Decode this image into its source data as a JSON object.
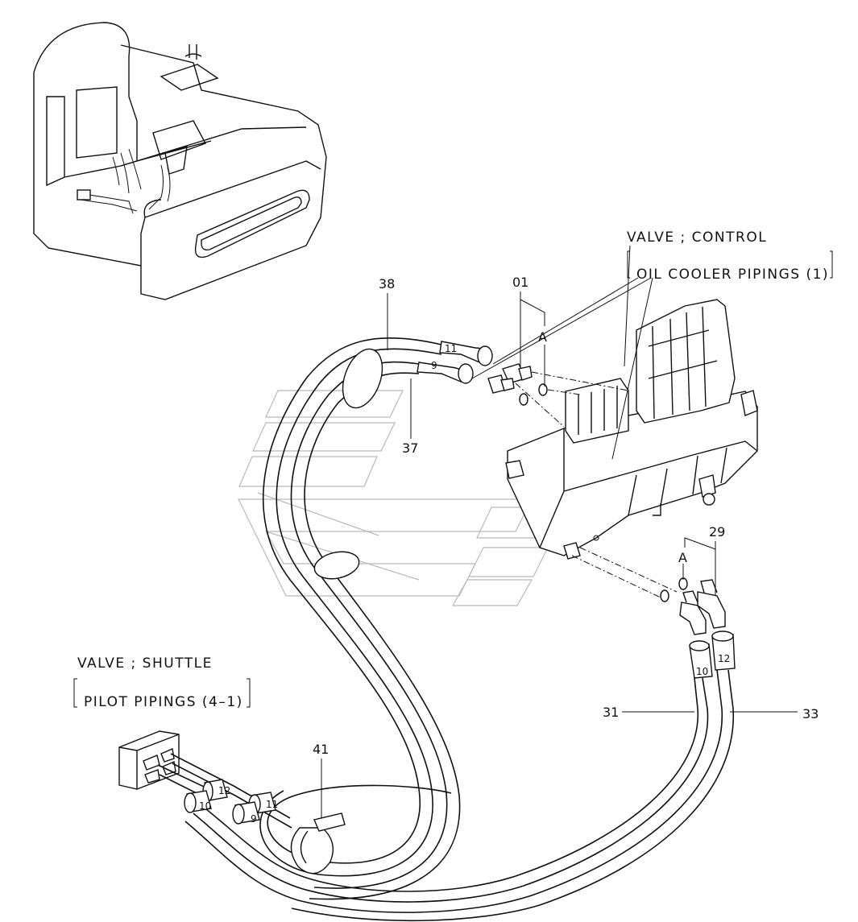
{
  "callouts": {
    "control_valve_title": "VALVE ; CONTROL",
    "control_valve_ref": "OIL  COOLER  PIPINGS (1)",
    "shuttle_valve_title": "VALVE ; SHUTTLE",
    "shuttle_valve_ref": "PILOT  PIPINGS (4–1)"
  },
  "part_numbers": {
    "p01": "01",
    "p29": "29",
    "p31": "31",
    "p33": "33",
    "p37": "37",
    "p38": "38",
    "p41": "41",
    "view_a_top": "A",
    "view_a_bottom": "A"
  },
  "hose_labels": {
    "top_11": "11",
    "top_9": "9",
    "right_10": "10",
    "right_12": "12",
    "left_12": "12",
    "left_10": "10",
    "left_11": "11",
    "left_9": "9"
  }
}
